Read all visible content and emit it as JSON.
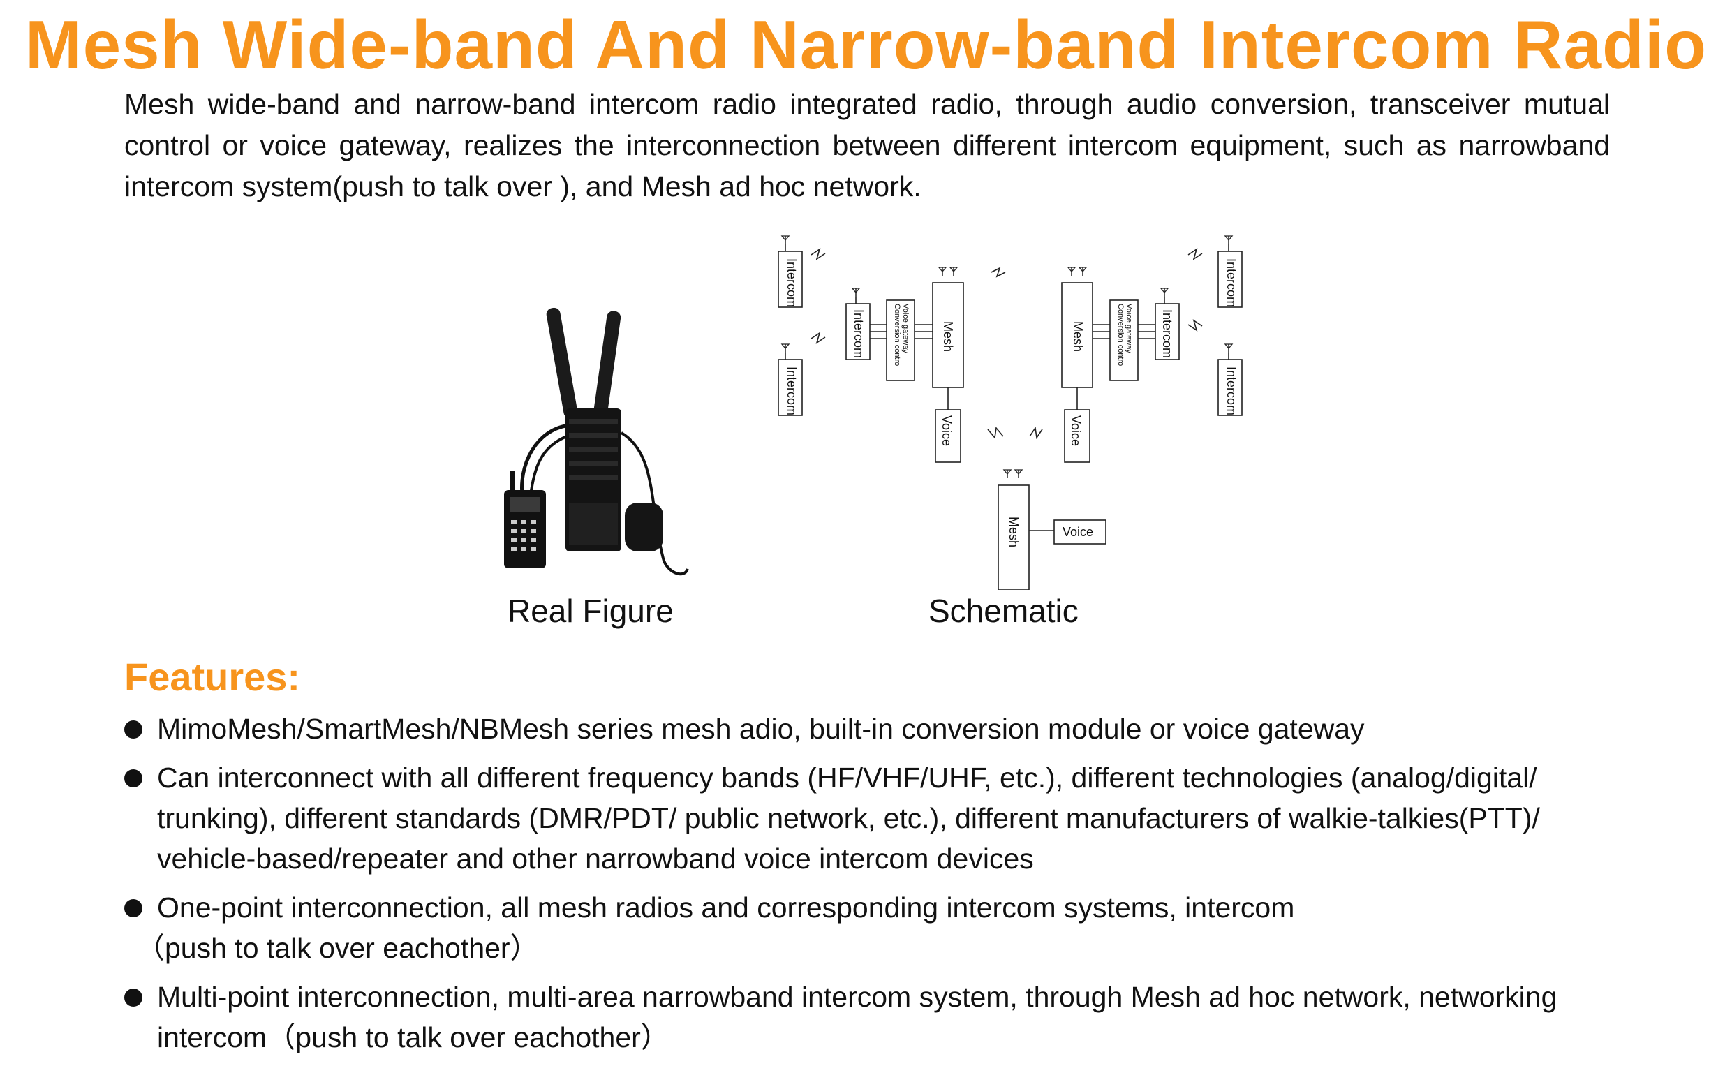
{
  "title": "Mesh Wide-band And Narrow-band Intercom Radio",
  "intro": "Mesh wide-band and narrow-band intercom radio integrated radio, through audio conversion, transceiver mutual control or voice gateway, realizes the interconnection between different intercom equipment, such as narrowband intercom system(push to talk over ), and Mesh ad hoc network.",
  "figures": {
    "real_caption": "Real Figure",
    "schematic_caption": "Schematic",
    "schematic_labels": {
      "intercom": "Intercom",
      "mesh": "Mesh",
      "voice": "Voice",
      "conversion_control": "Conversion control",
      "voice_gateway": "Voice gateway"
    }
  },
  "features_heading": "Features:",
  "features": [
    {
      "line1": "MimoMesh/SmartMesh/NBMesh series mesh adio, built-in conversion module or voice gateway",
      "cont": ""
    },
    {
      "line1": "Can interconnect with all different frequency bands (HF/VHF/UHF, etc.), different technologies (analog/digital/ trunking), different standards (DMR/PDT/ public network, etc.), different manufacturers of walkie-talkies(PTT)/ vehicle-based/repeater and other narrowband voice intercom devices",
      "cont": ""
    },
    {
      "line1": "One-point interconnection, all mesh radios and corresponding intercom systems, intercom",
      "cont": "（push to talk over eachother）"
    },
    {
      "line1": "Multi-point interconnection, multi-area narrowband intercom system, through Mesh ad hoc network, networking intercom（push to talk over eachother）",
      "cont": ""
    }
  ],
  "colors": {
    "accent": "#F7941D",
    "text": "#111111"
  }
}
